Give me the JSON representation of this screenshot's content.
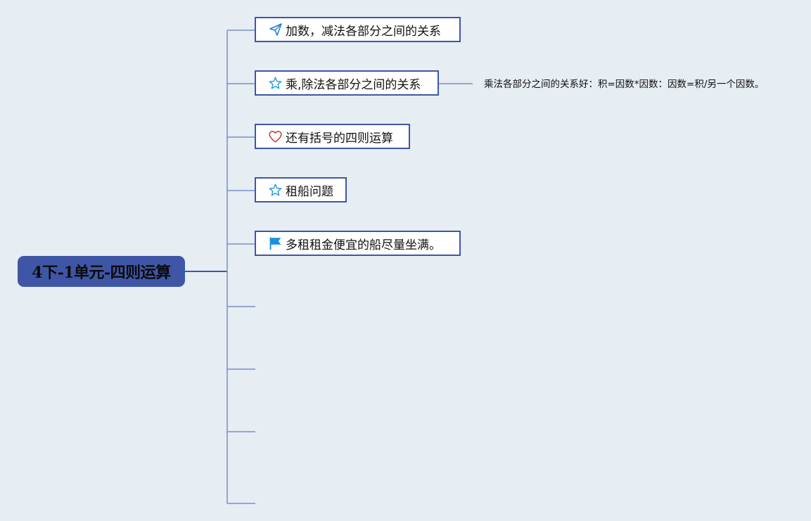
{
  "root": {
    "label": "4下-1单元-四则运算"
  },
  "branches": [
    {
      "label": "加数，减法各部分之间的关系",
      "icon": "paper-plane-icon",
      "color": "#2b7fd0"
    },
    {
      "label": "乘,除法各部分之间的关系",
      "icon": "star-icon",
      "color": "#2a9fd8"
    },
    {
      "label": "还有括号的四则运算",
      "icon": "heart-icon",
      "color": "#c0392b"
    },
    {
      "label": "租船问题",
      "icon": "star-icon",
      "color": "#2a9fd8"
    },
    {
      "label": "多租租金便宜的船尽量坐满。",
      "icon": "flag-icon",
      "color": "#1a8fe0"
    }
  ],
  "note": {
    "label": "乘法各部分之间的关系好：积=因数*因数：因数=积/另一个因数。"
  },
  "colors": {
    "background": "#e6edf3",
    "root_fill": "#3f56a6",
    "branch_border": "#3f56a6",
    "connector": "#7d8fc4"
  }
}
